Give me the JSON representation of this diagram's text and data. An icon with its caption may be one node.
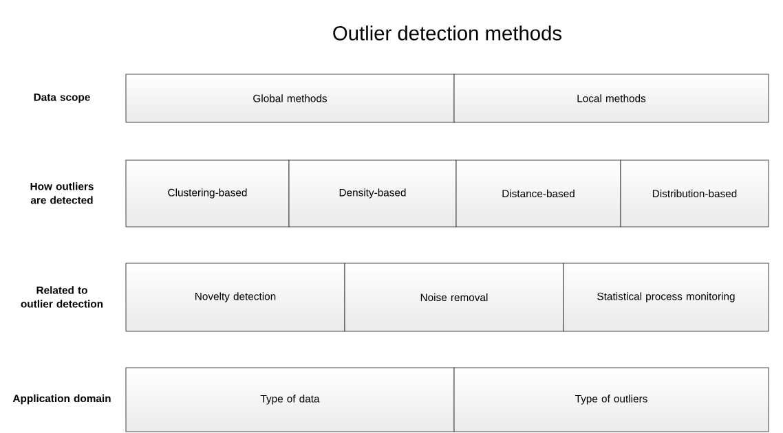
{
  "diagram": {
    "title": "Outlier detection methods",
    "nodes": [
      {
        "text": [
          "Global methods"
        ]
      },
      {
        "text": [
          "Local methods"
        ]
      },
      {
        "text": [
          "Clustering-based"
        ]
      },
      {
        "text": [
          "Density-based"
        ]
      },
      {
        "text": [
          "Distance-based"
        ]
      },
      {
        "text": [
          "Distribution-based"
        ]
      },
      {
        "text": [
          "Novelty detection"
        ]
      },
      {
        "text": [
          "Noise removal"
        ]
      },
      {
        "text": [
          "Statistical process monitoring"
        ]
      },
      {
        "text": [
          "Type of data"
        ]
      },
      {
        "text": [
          "Type of outliers"
        ]
      }
    ],
    "labels": [
      "Data scope",
      "How outliers are detected",
      "Related to outlier detection",
      "Application domain"
    ]
  }
}
